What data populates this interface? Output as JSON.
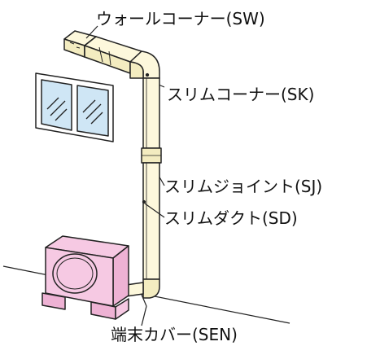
{
  "labels": {
    "wall_corner": "ウォールコーナー(SW)",
    "slim_corner": "スリムコーナー(SK)",
    "slim_joint": "スリムジョイント(SJ)",
    "slim_duct": "スリムダクト(SD)",
    "end_cover": "端末カバー(SEN)"
  },
  "colors": {
    "duct_fill": "#fdf8dc",
    "duct_shade": "#f3ecc0",
    "outdoor_unit_fill": "#f6c9e3",
    "outdoor_unit_shade": "#eeb2d4",
    "window_glass": "#cfe6f5",
    "outline": "#222222"
  }
}
